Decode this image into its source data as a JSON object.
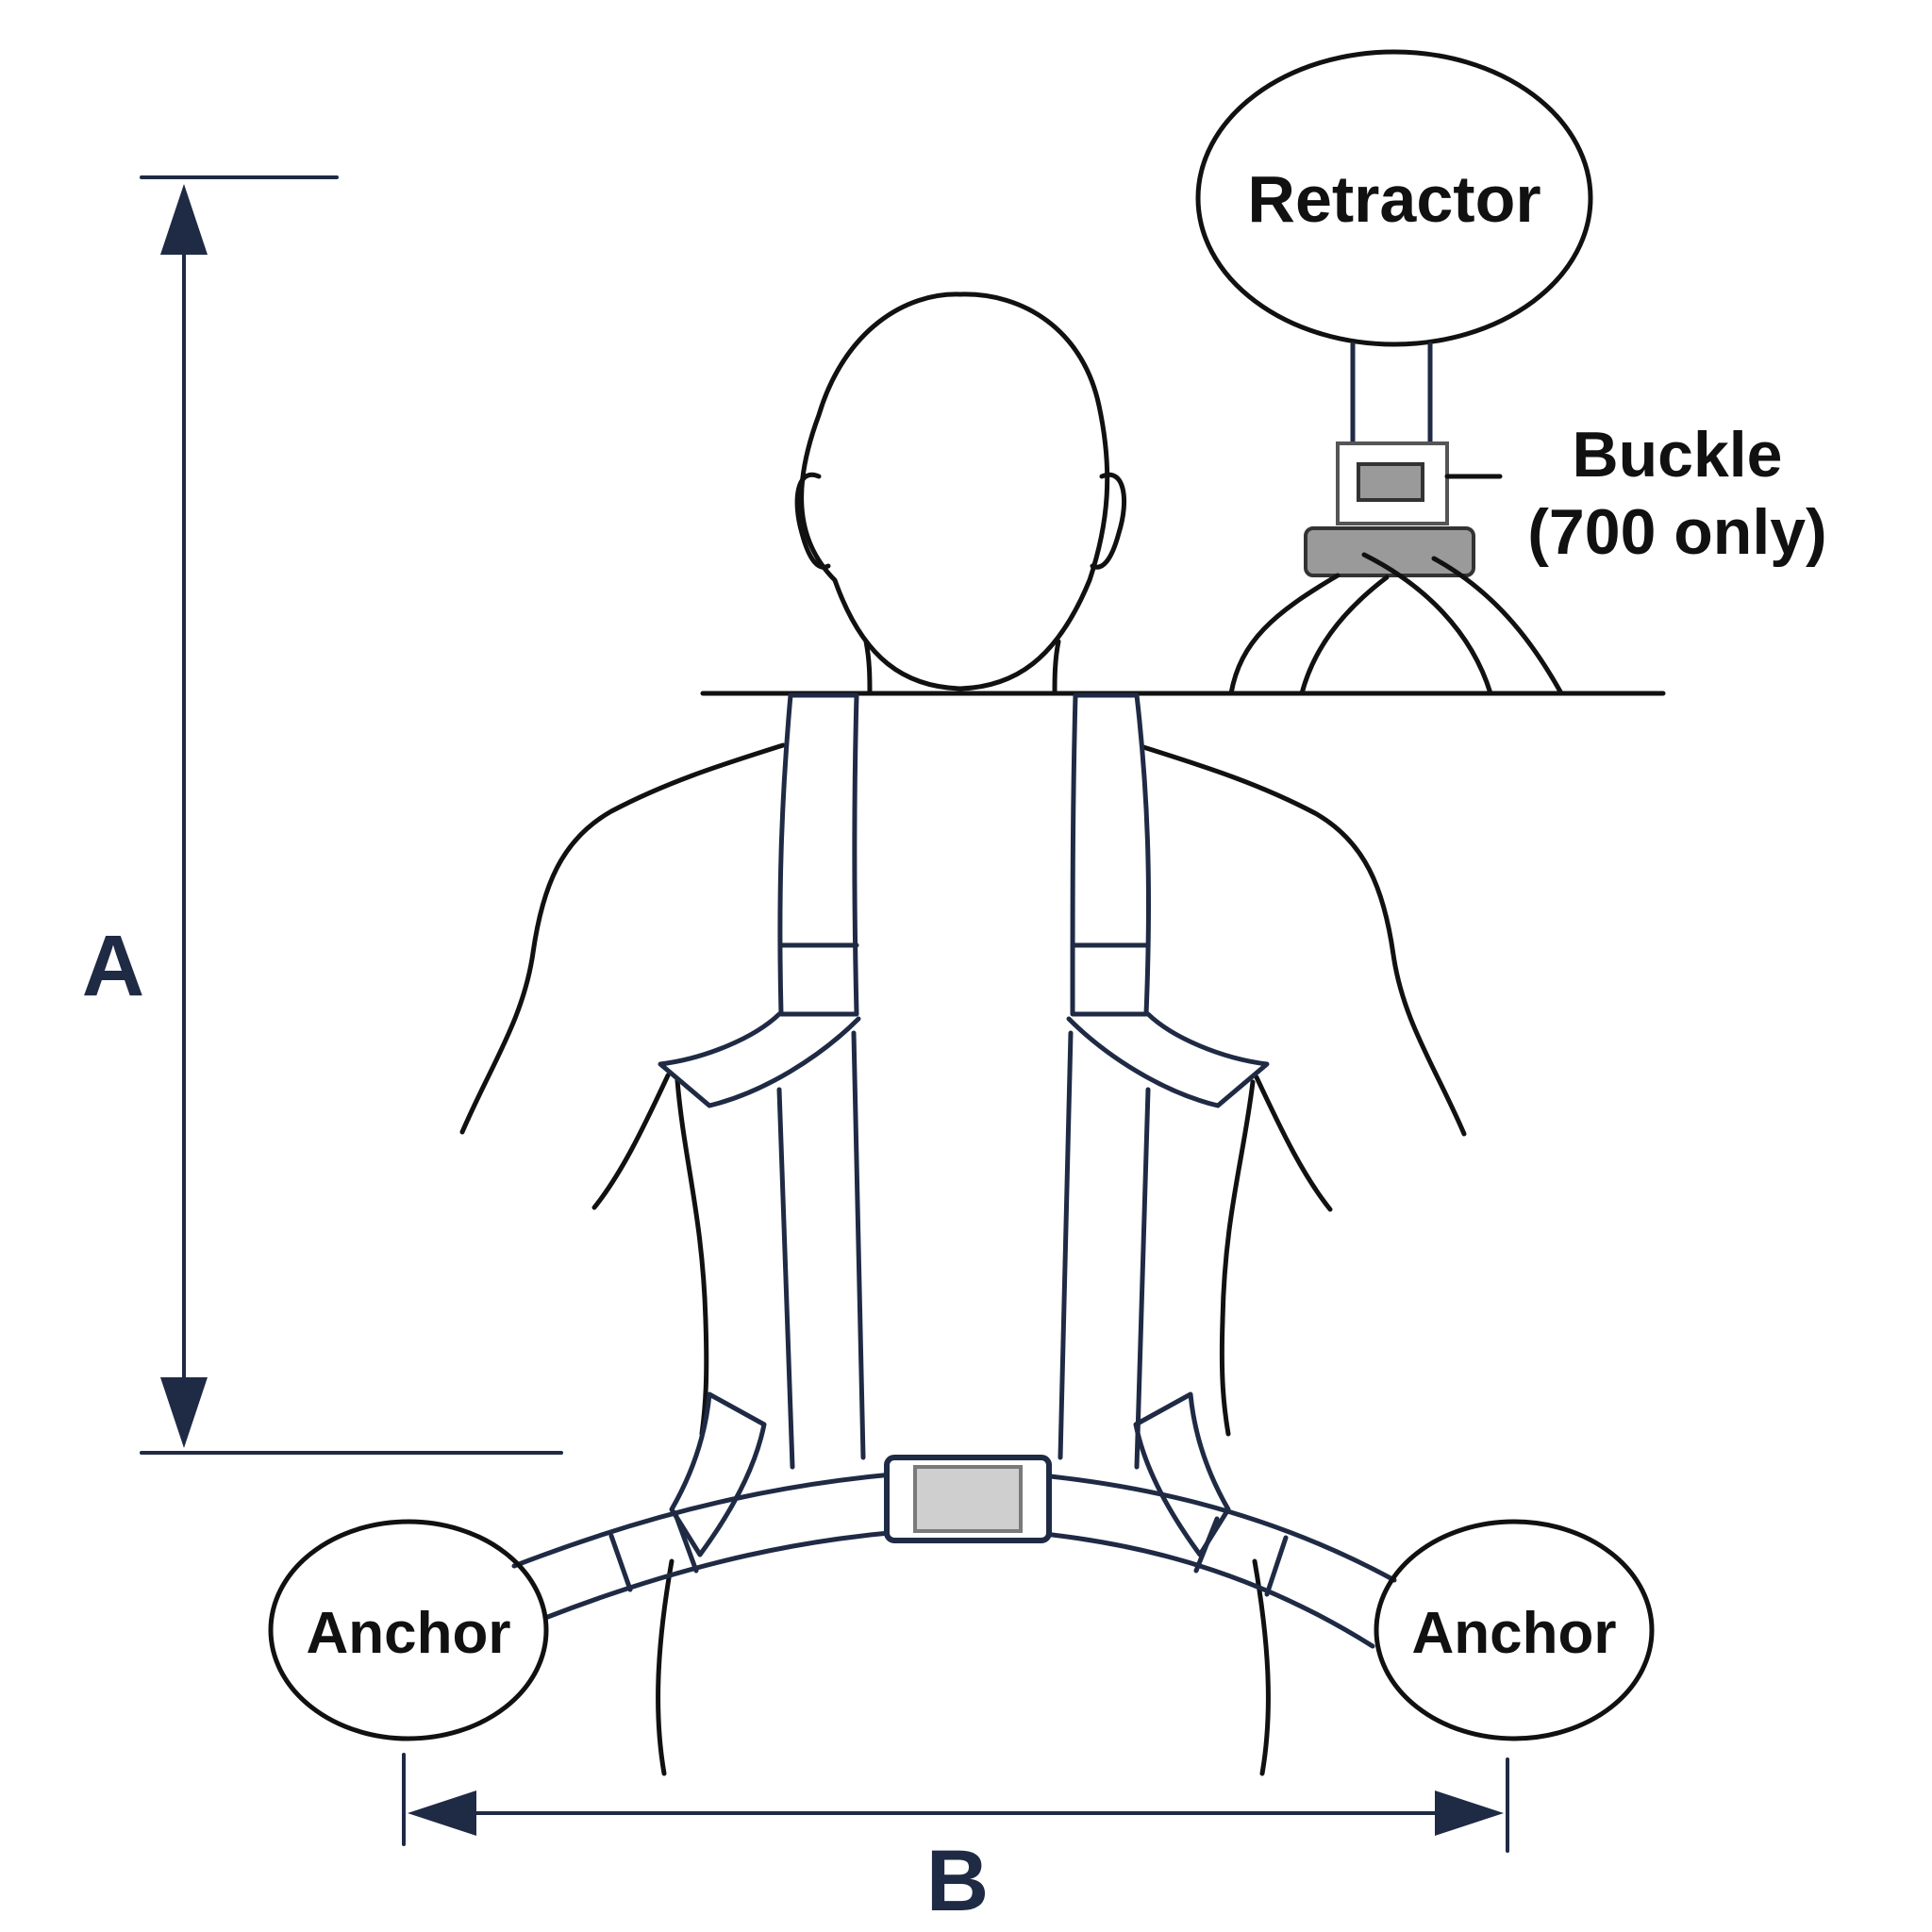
{
  "labels": {
    "retractor": "Retractor",
    "buckle_line1": "Buckle",
    "buckle_line2": "(700 only)",
    "anchor_left": "Anchor",
    "anchor_right": "Anchor",
    "dimension_a": "A",
    "dimension_b": "B"
  },
  "colors": {
    "line": "#111111",
    "strap": "#1f2a44",
    "buckle_fill": "#cfcfcf",
    "buckle_frame": "#7a7a7a"
  },
  "icons": {
    "dimension_arrow": "double-headed-arrow"
  }
}
